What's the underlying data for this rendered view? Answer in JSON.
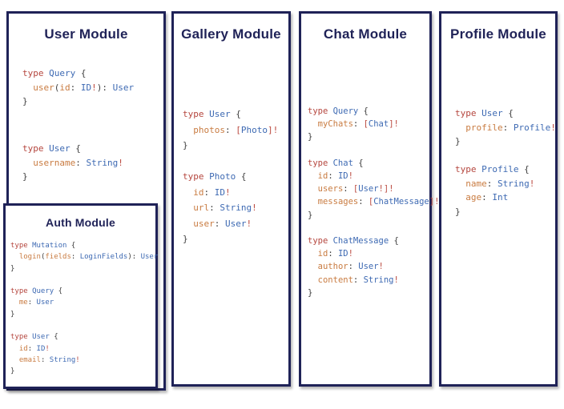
{
  "colors": {
    "card_border": "#1f2257",
    "title": "#1f2257",
    "code_keyword": "#b5463e",
    "code_typename": "#3e6ab3",
    "code_field": "#c97c42",
    "code_punct": "#3f3f3f",
    "code_bang": "#bb4a40"
  },
  "modules": {
    "user": {
      "title": "User Module",
      "blocks": [
        [
          [
            [
              "type ",
              "k"
            ],
            [
              "Query",
              "t"
            ],
            [
              " {",
              "p"
            ]
          ],
          [
            [
              "  ",
              "p"
            ],
            [
              "user",
              "f"
            ],
            [
              "(",
              "p"
            ],
            [
              "id",
              "f"
            ],
            [
              ": ",
              "p"
            ],
            [
              "ID",
              "t"
            ],
            [
              "!",
              "b"
            ],
            [
              "): ",
              "p"
            ],
            [
              "User",
              "t"
            ]
          ],
          [
            [
              "}",
              "p"
            ]
          ]
        ],
        [
          [
            [
              "type ",
              "k"
            ],
            [
              "User",
              "t"
            ],
            [
              " {",
              "p"
            ]
          ],
          [
            [
              "  ",
              "p"
            ],
            [
              "username",
              "f"
            ],
            [
              ": ",
              "p"
            ],
            [
              "String",
              "t"
            ],
            [
              "!",
              "b"
            ]
          ],
          [
            [
              "}",
              "p"
            ]
          ]
        ]
      ]
    },
    "auth": {
      "title": "Auth Module",
      "blocks": [
        [
          [
            [
              "type ",
              "k"
            ],
            [
              "Mutation",
              "t"
            ],
            [
              " {",
              "p"
            ]
          ],
          [
            [
              "  ",
              "p"
            ],
            [
              "login",
              "f"
            ],
            [
              "(",
              "p"
            ],
            [
              "fields",
              "f"
            ],
            [
              ": ",
              "p"
            ],
            [
              "LoginFields",
              "t"
            ],
            [
              "): ",
              "p"
            ],
            [
              "User",
              "t"
            ]
          ],
          [
            [
              "}",
              "p"
            ]
          ],
          [],
          [
            [
              "type ",
              "k"
            ],
            [
              "Query",
              "t"
            ],
            [
              " {",
              "p"
            ]
          ],
          [
            [
              "  ",
              "p"
            ],
            [
              "me",
              "f"
            ],
            [
              ": ",
              "p"
            ],
            [
              "User",
              "t"
            ]
          ],
          [
            [
              "}",
              "p"
            ]
          ],
          [],
          [
            [
              "type ",
              "k"
            ],
            [
              "User",
              "t"
            ],
            [
              " {",
              "p"
            ]
          ],
          [
            [
              "  ",
              "p"
            ],
            [
              "id",
              "f"
            ],
            [
              ": ",
              "p"
            ],
            [
              "ID",
              "t"
            ],
            [
              "!",
              "b"
            ]
          ],
          [
            [
              "  ",
              "p"
            ],
            [
              "email",
              "f"
            ],
            [
              ": ",
              "p"
            ],
            [
              "String",
              "t"
            ],
            [
              "!",
              "b"
            ]
          ],
          [
            [
              "}",
              "p"
            ]
          ]
        ]
      ]
    },
    "gallery": {
      "title": "Gallery Module",
      "blocks": [
        [
          [
            [
              "type ",
              "k"
            ],
            [
              "User",
              "t"
            ],
            [
              " {",
              "p"
            ]
          ],
          [
            [
              "  ",
              "p"
            ],
            [
              "photos",
              "f"
            ],
            [
              ": ",
              "p"
            ],
            [
              "[",
              "b"
            ],
            [
              "Photo",
              "t"
            ],
            [
              "]",
              "b"
            ],
            [
              "!",
              "b"
            ]
          ],
          [
            [
              "}",
              "p"
            ]
          ],
          [],
          [
            [
              "type ",
              "k"
            ],
            [
              "Photo",
              "t"
            ],
            [
              " {",
              "p"
            ]
          ],
          [
            [
              "  ",
              "p"
            ],
            [
              "id",
              "f"
            ],
            [
              ": ",
              "p"
            ],
            [
              "ID",
              "t"
            ],
            [
              "!",
              "b"
            ]
          ],
          [
            [
              "  ",
              "p"
            ],
            [
              "url",
              "f"
            ],
            [
              ": ",
              "p"
            ],
            [
              "String",
              "t"
            ],
            [
              "!",
              "b"
            ]
          ],
          [
            [
              "  ",
              "p"
            ],
            [
              "user",
              "f"
            ],
            [
              ": ",
              "p"
            ],
            [
              "User",
              "t"
            ],
            [
              "!",
              "b"
            ]
          ],
          [
            [
              "}",
              "p"
            ]
          ]
        ]
      ]
    },
    "chat": {
      "title": "Chat Module",
      "blocks": [
        [
          [
            [
              "type ",
              "k"
            ],
            [
              "Query",
              "t"
            ],
            [
              " {",
              "p"
            ]
          ],
          [
            [
              "  ",
              "p"
            ],
            [
              "myChats",
              "f"
            ],
            [
              ": ",
              "p"
            ],
            [
              "[",
              "b"
            ],
            [
              "Chat",
              "t"
            ],
            [
              "]",
              "b"
            ],
            [
              "!",
              "b"
            ]
          ],
          [
            [
              "}",
              "p"
            ]
          ],
          [],
          [
            [
              "type ",
              "k"
            ],
            [
              "Chat",
              "t"
            ],
            [
              " {",
              "p"
            ]
          ],
          [
            [
              "  ",
              "p"
            ],
            [
              "id",
              "f"
            ],
            [
              ": ",
              "p"
            ],
            [
              "ID",
              "t"
            ],
            [
              "!",
              "b"
            ]
          ],
          [
            [
              "  ",
              "p"
            ],
            [
              "users",
              "f"
            ],
            [
              ": ",
              "p"
            ],
            [
              "[",
              "b"
            ],
            [
              "User",
              "t"
            ],
            [
              "!",
              "b"
            ],
            [
              "]",
              "b"
            ],
            [
              "!",
              "b"
            ]
          ],
          [
            [
              "  ",
              "p"
            ],
            [
              "messages",
              "f"
            ],
            [
              ": ",
              "p"
            ],
            [
              "[",
              "b"
            ],
            [
              "ChatMessage",
              "t"
            ],
            [
              "]",
              "b"
            ],
            [
              "!",
              "b"
            ]
          ],
          [
            [
              "}",
              "p"
            ]
          ],
          [],
          [
            [
              "type ",
              "k"
            ],
            [
              "ChatMessage",
              "t"
            ],
            [
              " {",
              "p"
            ]
          ],
          [
            [
              "  ",
              "p"
            ],
            [
              "id",
              "f"
            ],
            [
              ": ",
              "p"
            ],
            [
              "ID",
              "t"
            ],
            [
              "!",
              "b"
            ]
          ],
          [
            [
              "  ",
              "p"
            ],
            [
              "author",
              "f"
            ],
            [
              ": ",
              "p"
            ],
            [
              "User",
              "t"
            ],
            [
              "!",
              "b"
            ]
          ],
          [
            [
              "  ",
              "p"
            ],
            [
              "content",
              "f"
            ],
            [
              ": ",
              "p"
            ],
            [
              "String",
              "t"
            ],
            [
              "!",
              "b"
            ]
          ],
          [
            [
              "}",
              "p"
            ]
          ]
        ]
      ]
    },
    "profile": {
      "title": "Profile Module",
      "blocks": [
        [
          [
            [
              "type ",
              "k"
            ],
            [
              "User",
              "t"
            ],
            [
              " {",
              "p"
            ]
          ],
          [
            [
              "  ",
              "p"
            ],
            [
              "profile",
              "f"
            ],
            [
              ": ",
              "p"
            ],
            [
              "Profile",
              "t"
            ],
            [
              "!",
              "b"
            ]
          ],
          [
            [
              "}",
              "p"
            ]
          ],
          [],
          [
            [
              "type ",
              "k"
            ],
            [
              "Profile",
              "t"
            ],
            [
              " {",
              "p"
            ]
          ],
          [
            [
              "  ",
              "p"
            ],
            [
              "name",
              "f"
            ],
            [
              ": ",
              "p"
            ],
            [
              "String",
              "t"
            ],
            [
              "!",
              "b"
            ]
          ],
          [
            [
              "  ",
              "p"
            ],
            [
              "age",
              "f"
            ],
            [
              ": ",
              "p"
            ],
            [
              "Int",
              "t"
            ]
          ],
          [
            [
              "}",
              "p"
            ]
          ]
        ]
      ]
    }
  }
}
